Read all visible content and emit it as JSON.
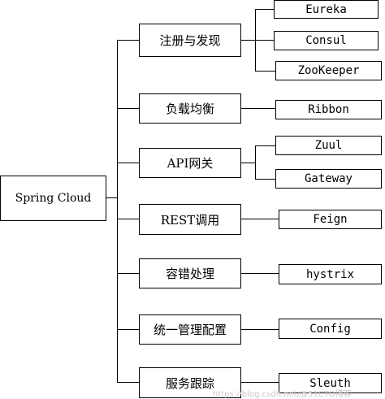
{
  "root": {
    "label": "Spring Cloud"
  },
  "categories": [
    {
      "label": "注册与发现",
      "children": [
        "Eureka",
        "Consul",
        "ZooKeeper"
      ]
    },
    {
      "label": "负载均衡",
      "children": [
        "Ribbon"
      ]
    },
    {
      "label": "API网关",
      "children": [
        "Zuul",
        "Gateway"
      ]
    },
    {
      "label": "REST调用",
      "children": [
        "Feign"
      ]
    },
    {
      "label": "容错处理",
      "children": [
        "hystrix"
      ]
    },
    {
      "label": "统一管理配置",
      "children": [
        "Config"
      ]
    },
    {
      "label": "服务跟踪",
      "children": [
        "Sleuth"
      ]
    }
  ],
  "watermark": "https://blog.csdn.net/@51CTO博客"
}
